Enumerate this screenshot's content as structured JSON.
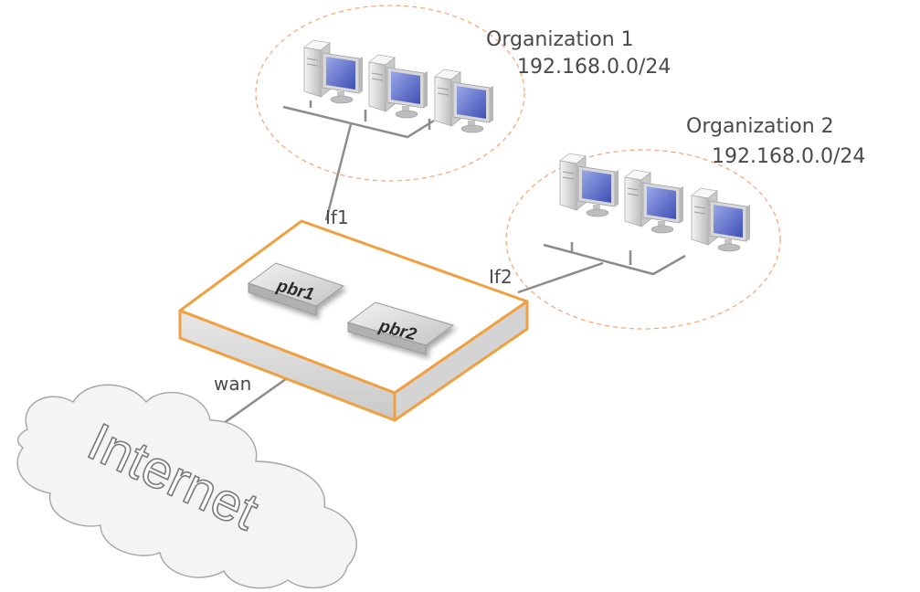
{
  "organizations": [
    {
      "name": "Organization 1",
      "subnet": "192.168.0.0/24"
    },
    {
      "name": "Organization 2",
      "subnet": "192.168.0.0/24"
    }
  ],
  "interfaces": {
    "if1": "If1",
    "if2": "If2",
    "wan": "wan"
  },
  "router": {
    "modules": [
      "pbr1",
      "pbr2"
    ]
  },
  "internet": {
    "label": "Internet"
  },
  "colors": {
    "router_outline": "#f0a040",
    "zone_outline": "#f5a97a",
    "link": "#8c8c8c"
  }
}
